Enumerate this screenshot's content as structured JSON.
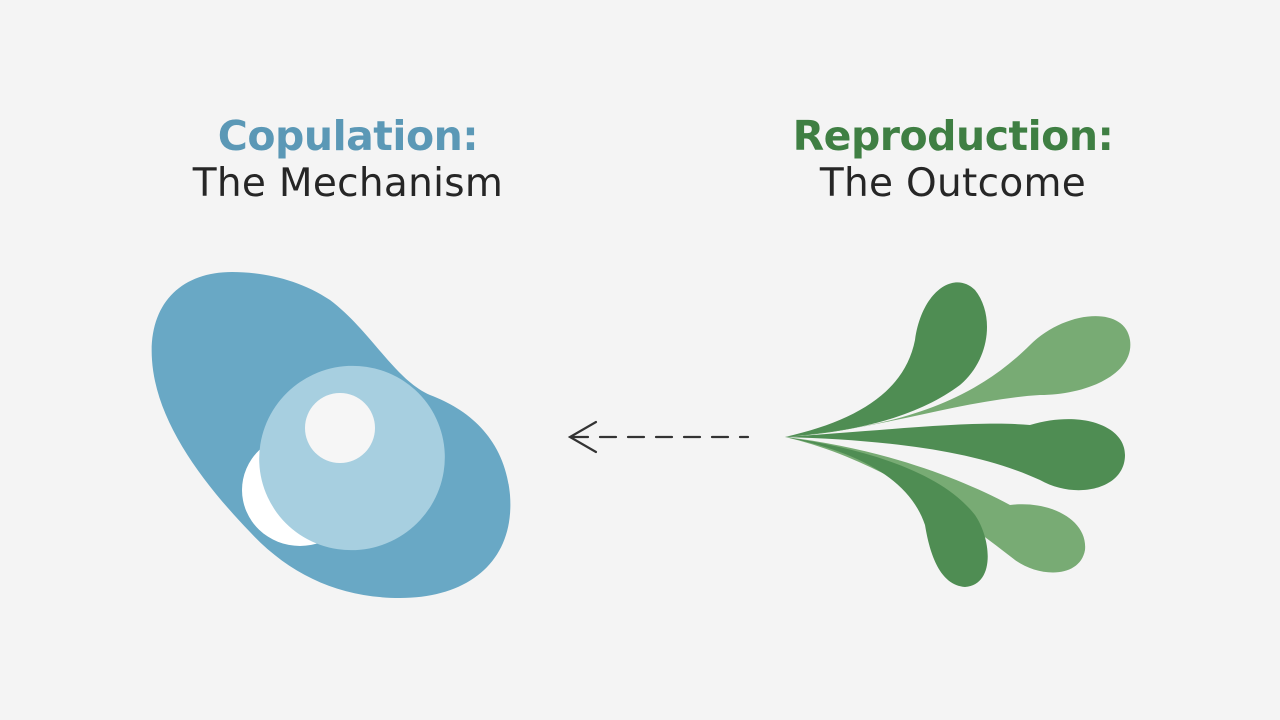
{
  "colors": {
    "background": "#f4f4f4",
    "copulation_accent": "#5b98b6",
    "reproduction_accent": "#3f7f43",
    "arrow": "#333333"
  },
  "left": {
    "title": "Copulation:",
    "subtitle": "The Mechanism",
    "icon": "cell-icon"
  },
  "right": {
    "title": "Reproduction:",
    "subtitle": "The Outcome",
    "icon": "sprout-leaves-icon"
  },
  "connector": {
    "style": "dashed",
    "direction": "right-to-left",
    "icon": "arrow-left-icon"
  }
}
